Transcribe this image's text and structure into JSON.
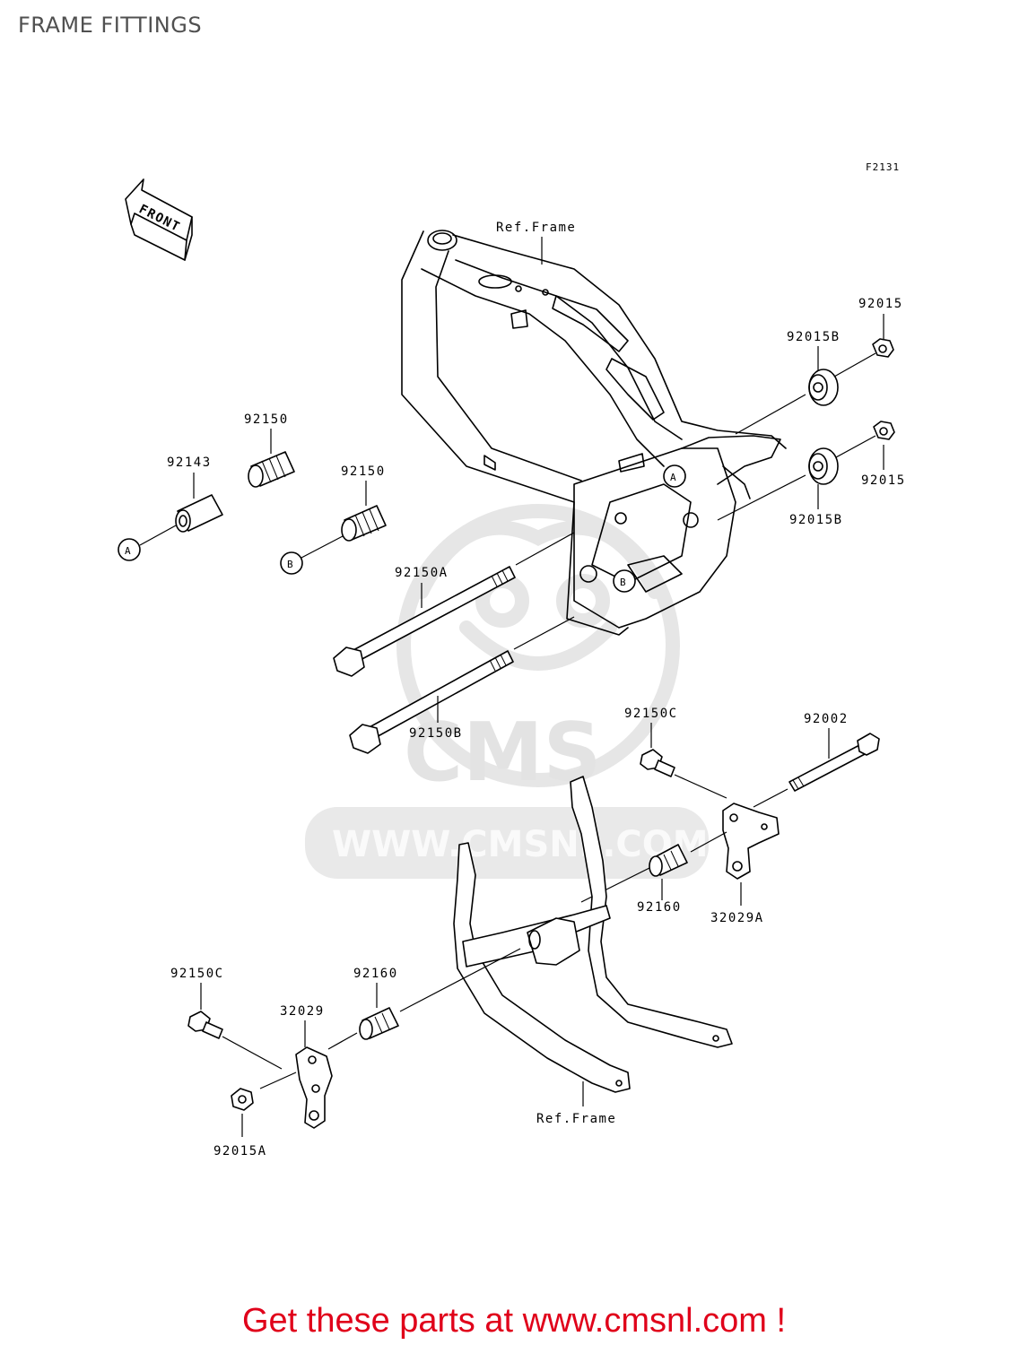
{
  "page_title": "FRAME FITTINGS",
  "figure_code": "F2131",
  "front_arrow_label": "FRONT",
  "labels": {
    "ref_frame_top": "Ref.Frame",
    "ref_frame_bottom": "Ref.Frame",
    "p92015_top": "92015",
    "p92015b_top": "92015B",
    "p92015_mid": "92015",
    "p92015b_mid": "92015B",
    "p92150_a": "92150",
    "p92150_b": "92150",
    "p92143": "92143",
    "p92150a": "92150A",
    "p92150b": "92150B",
    "p92150c_right": "92150C",
    "p92002": "92002",
    "p92160_right": "92160",
    "p32029a": "32029A",
    "p92150c_left": "92150C",
    "p92160_left": "92160",
    "p32029": "32029",
    "p92015a": "92015A"
  },
  "callouts": {
    "a_left": "A",
    "b_left": "B",
    "a_frame": "A",
    "b_frame": "B"
  },
  "watermark": {
    "brand": "CMS",
    "url": "WWW.CMSNL.COM"
  },
  "footer_text": "Get these parts at www.cmsnl.com !"
}
